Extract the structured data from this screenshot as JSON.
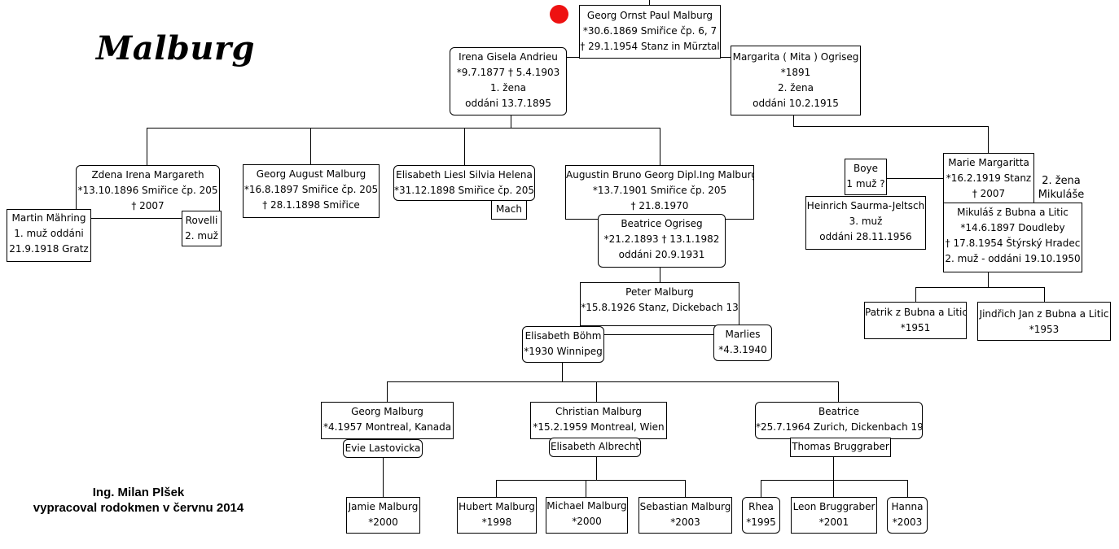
{
  "title": "Malburg",
  "author": {
    "line1": "Ing. Milan Plšek",
    "line2": "vypracoval rodokmen v červnu 2014"
  },
  "marker_color": "#ee1111",
  "persons": {
    "georg_ornst": [
      "Georg Ornst Paul  Malburg",
      "*30.6.1869 Smiřice čp. 6, 7",
      "† 29.1.1954 Stanz in Mürztal"
    ],
    "irena": [
      "Irena Gisela Andrieu",
      "*9.7.1877  † 5.4.1903",
      "1. žena",
      "oddáni 13.7.1895"
    ],
    "margarita": [
      "Margarita ( Mita ) Ogriseg",
      "*1891",
      "2. žena",
      "oddáni 10.2.1915"
    ],
    "zdena": [
      "Zdena Irena Margareth",
      "*13.10.1896 Smiřice čp. 205",
      "† 2007"
    ],
    "martin": [
      "Martin Mähring",
      "1. muž oddáni",
      "21.9.1918 Gratz"
    ],
    "rovelli": [
      "Rovelli",
      "2. muž"
    ],
    "georg_august": [
      "Georg  August Malburg",
      "*16.8.1897 Smiřice čp. 205",
      "† 28.1.1898 Smiřice"
    ],
    "elisabeth_liesl": [
      "Elisabeth Liesl Silvia Helena",
      "*31.12.1898 Smiřice čp. 205"
    ],
    "mach": [
      "Mach"
    ],
    "augustin": [
      "Augustin Bruno Georg Dipl.Ing Malburg",
      "*13.7.1901 Smiřice čp. 205",
      "† 21.8.1970"
    ],
    "beatrice_ogriseg": [
      "Beatrice Ogriseg",
      "*21.2.1893  † 13.1.1982",
      "oddáni 20.9.1931"
    ],
    "peter": [
      "Peter Malburg",
      "*15.8.1926 Stanz, Dickebach 13"
    ],
    "elisabeth_bohm": [
      "Elisabeth Böhm",
      "*1930 Winnipeg"
    ],
    "marlies": [
      "Marlies",
      "*4.3.1940"
    ],
    "boye": [
      "Boye",
      "1 muž ?"
    ],
    "marie": [
      "Marie Margaritta",
      "*16.2.1919 Stanz",
      "† 2007"
    ],
    "heinrich": [
      "Heinrich Saurma-Jeltsch",
      "3. muž",
      "oddáni 28.11.1956"
    ],
    "mikulas": [
      "Mikuláš z Bubna a Litic",
      "*14.6.1897 Doudleby",
      "† 17.8.1954 Štýrský Hradec",
      "2. muž - oddáni 19.10.1950"
    ],
    "patrik": [
      "Patrik z Bubna a Litic",
      "*1951"
    ],
    "jindrich": [
      "Jindřich Jan z Bubna a Litic",
      "*1953"
    ],
    "georg_malburg": [
      "Georg Malburg",
      "*4.1957 Montreal, Kanada"
    ],
    "evie": [
      "Evie Lastovicka"
    ],
    "christian": [
      "Christian Malburg",
      "*15.2.1959 Montreal, Wien"
    ],
    "elisabeth_albrecht": [
      "Elisabeth Albrecht"
    ],
    "beatrice": [
      "Beatrice",
      "*25.7.1964 Zurich, Dickenbach 19"
    ],
    "thomas": [
      "Thomas Bruggraber"
    ],
    "jamie": [
      "Jamie Malburg",
      "*2000"
    ],
    "hubert": [
      "Hubert Malburg",
      "*1998"
    ],
    "michael": [
      "Michael Malburg",
      "*2000"
    ],
    "sebastian": [
      "Sebastian Malburg",
      "*2003"
    ],
    "rhea": [
      "Rhea",
      "*1995"
    ],
    "leon": [
      "Leon Bruggraber",
      "*2001"
    ],
    "hanna": [
      "Hanna",
      "*2003"
    ]
  },
  "notes": {
    "second_wife": [
      "2. žena",
      "Mikuláše"
    ]
  }
}
